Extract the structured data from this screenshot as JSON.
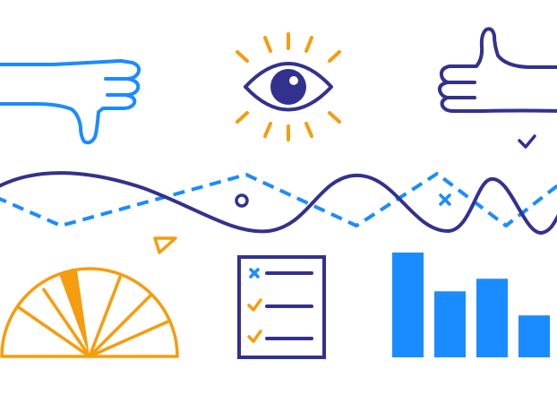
{
  "colors": {
    "navy": "#33318f",
    "blue": "#1a8cff",
    "orange": "#f59d0e",
    "background": "#ffffff"
  },
  "icons": [
    "thumbs-down-icon",
    "eye-icon",
    "thumbs-up-icon",
    "checkmark-icon",
    "wave-line",
    "dashed-zigzag-line",
    "circle-marker",
    "cross-marker",
    "triangle-icon",
    "half-pie-gauge-icon",
    "checklist-icon",
    "bar-chart-icon"
  ],
  "checklist": {
    "row_markers": [
      "cross",
      "check",
      "check"
    ]
  },
  "bar_chart": {
    "values": [
      1.0,
      0.63,
      0.75,
      0.4
    ],
    "color": "#1a8cff"
  },
  "gauge": {
    "highlighted_segment": 2,
    "segments": 6
  }
}
